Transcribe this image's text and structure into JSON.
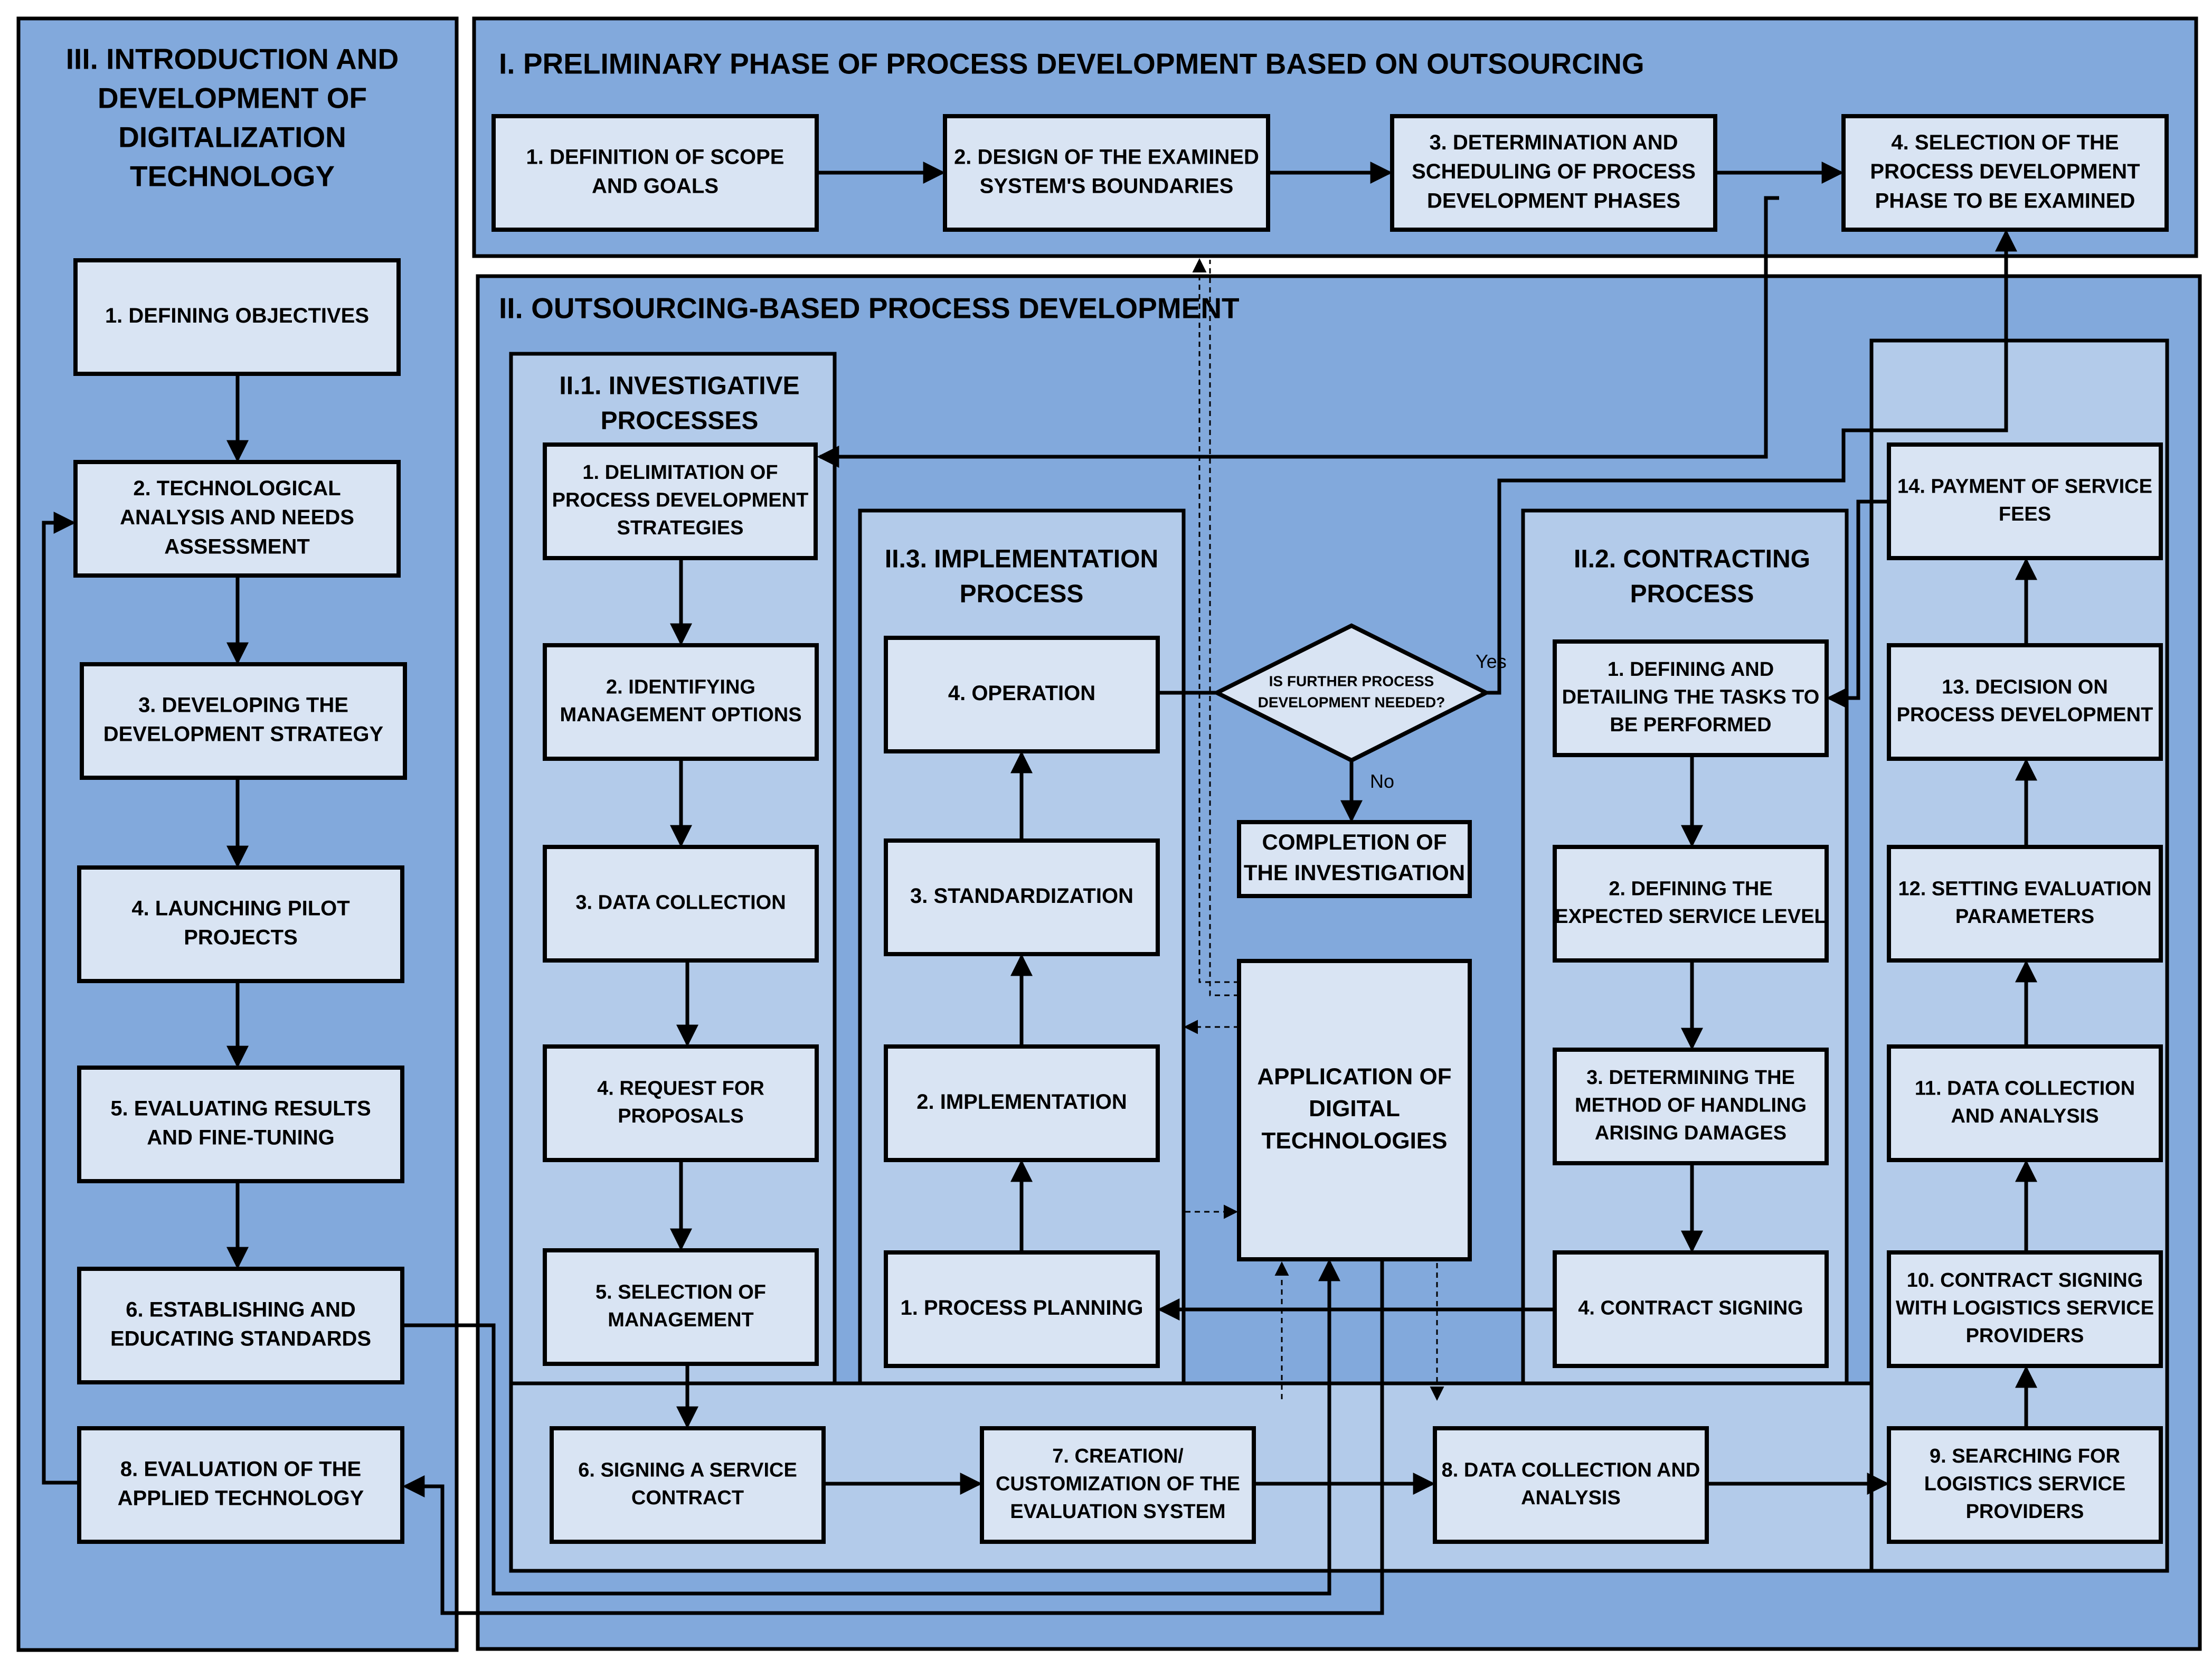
{
  "colors": {
    "panel_dark": "#82a9dc",
    "panel_light": "#b3cbea",
    "box_fill": "#d9e4f3",
    "border": "#000000"
  },
  "section3": {
    "title_lines": [
      "III. INTRODUCTION AND",
      "DEVELOPMENT OF",
      "DIGITALIZATION",
      "TECHNOLOGY"
    ],
    "steps": [
      [
        "1. DEFINING OBJECTIVES"
      ],
      [
        "2. TECHNOLOGICAL",
        "ANALYSIS AND NEEDS",
        "ASSESSMENT"
      ],
      [
        "3. DEVELOPING THE",
        "DEVELOPMENT STRATEGY"
      ],
      [
        "4. LAUNCHING PILOT",
        "PROJECTS"
      ],
      [
        "5. EVALUATING RESULTS",
        "AND FINE-TUNING"
      ],
      [
        "6. ESTABLISHING AND",
        "EDUCATING STANDARDS"
      ],
      [
        "8. EVALUATION OF THE",
        "APPLIED TECHNOLOGY"
      ]
    ]
  },
  "section1": {
    "title": "I. PRELIMINARY PHASE OF PROCESS DEVELOPMENT BASED ON OUTSOURCING",
    "steps": [
      [
        "1. DEFINITION OF SCOPE",
        "AND GOALS"
      ],
      [
        "2. DESIGN OF THE EXAMINED",
        "SYSTEM'S BOUNDARIES"
      ],
      [
        "3. DETERMINATION AND",
        "SCHEDULING OF PROCESS",
        "DEVELOPMENT PHASES"
      ],
      [
        "4.  SELECTION OF THE",
        "PROCESS DEVELOPMENT",
        "PHASE TO BE EXAMINED"
      ]
    ]
  },
  "section2": {
    "title": "II. OUTSOURCING-BASED PROCESS DEVELOPMENT",
    "investigative": {
      "title_lines": [
        "II.1. INVESTIGATIVE",
        "PROCESSES"
      ],
      "steps": [
        [
          "1. DELIMITATION OF",
          "PROCESS DEVELOPMENT",
          "STRATEGIES"
        ],
        [
          "2. IDENTIFYING",
          "MANAGEMENT OPTIONS"
        ],
        [
          "3. DATA COLLECTION"
        ],
        [
          "4. REQUEST FOR",
          "PROPOSALS"
        ],
        [
          "5. SELECTION OF",
          "MANAGEMENT"
        ],
        [
          "6. SIGNING A SERVICE",
          "CONTRACT"
        ],
        [
          "7. CREATION/",
          "CUSTOMIZATION OF THE",
          "EVALUATION SYSTEM"
        ],
        [
          "8. DATA COLLECTION AND",
          "ANALYSIS"
        ],
        [
          "9. SEARCHING FOR",
          "LOGISTICS SERVICE",
          "PROVIDERS"
        ],
        [
          "10. CONTRACT SIGNING",
          "WITH LOGISTICS SERVICE",
          "PROVIDERS"
        ],
        [
          "11. DATA COLLECTION",
          "AND ANALYSIS"
        ],
        [
          "12. SETTING EVALUATION",
          "PARAMETERS"
        ],
        [
          "13. DECISION ON",
          "PROCESS DEVELOPMENT"
        ],
        [
          "14. PAYMENT OF SERVICE",
          "FEES"
        ]
      ]
    },
    "implementation": {
      "title_lines": [
        "II.3. IMPLEMENTATION",
        "PROCESS"
      ],
      "steps": [
        [
          "1. PROCESS PLANNING"
        ],
        [
          "2. IMPLEMENTATION"
        ],
        [
          "3. STANDARDIZATION"
        ],
        [
          "4. OPERATION"
        ]
      ]
    },
    "contracting": {
      "title_lines": [
        "II.2. CONTRACTING",
        "PROCESS"
      ],
      "steps": [
        [
          "1. DEFINING AND",
          "DETAILING THE TASKS TO",
          "BE PERFORMED"
        ],
        [
          "2. DEFINING THE",
          "EXPECTED SERVICE LEVEL"
        ],
        [
          "3. DETERMINING THE",
          "METHOD OF HANDLING",
          "ARISING DAMAGES"
        ],
        [
          "4. CONTRACT SIGNING"
        ]
      ]
    },
    "decision": {
      "lines": [
        "IS FURTHER PROCESS",
        "DEVELOPMENT NEEDED?"
      ],
      "yes": "Yes",
      "no": "No"
    },
    "completion": [
      "COMPLETION OF",
      "THE INVESTIGATION"
    ],
    "digital": [
      "APPLICATION OF",
      "DIGITAL",
      "TECHNOLOGIES"
    ]
  }
}
